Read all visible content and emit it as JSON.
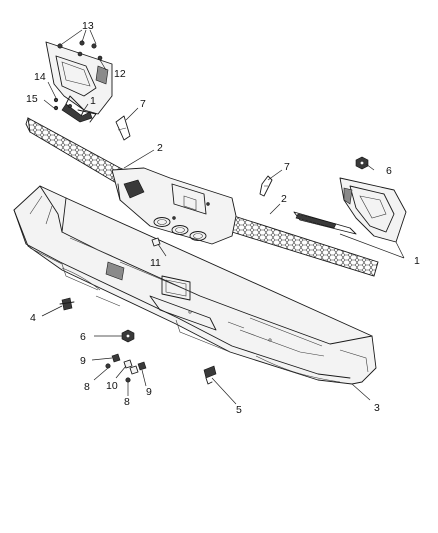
{
  "callouts": [
    {
      "label": "13"
    },
    {
      "label": "12"
    },
    {
      "label": "14"
    },
    {
      "label": "15"
    },
    {
      "label": "1"
    },
    {
      "label": "7"
    },
    {
      "label": "2"
    },
    {
      "label": "6"
    },
    {
      "label": "7"
    },
    {
      "label": "2"
    },
    {
      "label": "1"
    },
    {
      "label": "11"
    },
    {
      "label": "4"
    },
    {
      "label": "6"
    },
    {
      "label": "9"
    },
    {
      "label": "10"
    },
    {
      "label": "8"
    },
    {
      "label": "8"
    },
    {
      "label": "9"
    },
    {
      "label": "5"
    },
    {
      "label": "3"
    }
  ]
}
